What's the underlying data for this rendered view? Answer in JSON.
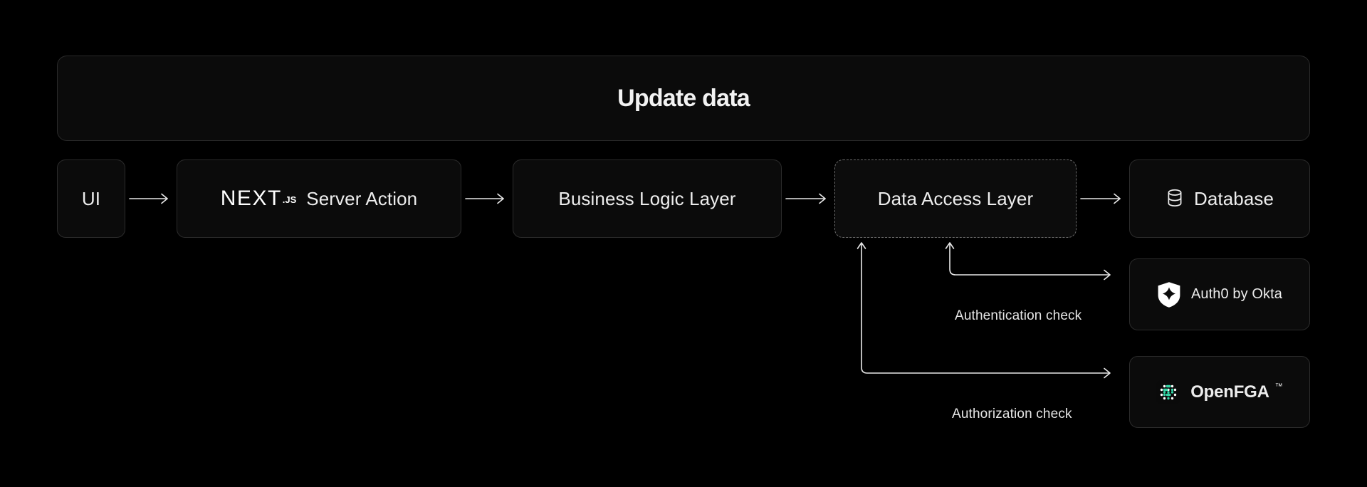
{
  "diagram": {
    "title": "Update data",
    "background_color": "#000000",
    "accent_color": "#33d6a6",
    "pipeline": [
      {
        "id": "ui",
        "label": "UI",
        "icon": null,
        "border": "solid"
      },
      {
        "id": "next",
        "label": "Server Action",
        "icon": "nextjs-logo",
        "border": "solid",
        "logo_word": "NEXT",
        "logo_suffix": ".JS"
      },
      {
        "id": "bll",
        "label": "Business Logic Layer",
        "icon": null,
        "border": "solid"
      },
      {
        "id": "dal",
        "label": "Data Access Layer",
        "icon": null,
        "border": "dashed"
      },
      {
        "id": "db",
        "label": "Database",
        "icon": "database-icon",
        "border": "solid"
      }
    ],
    "services": [
      {
        "id": "auth0",
        "label": "Auth0 by Okta",
        "icon": "auth0-shield-icon",
        "border": "solid"
      },
      {
        "id": "openfga",
        "label": "OpenFGA",
        "trademark": "™",
        "icon": "openfga-dots-icon",
        "border": "solid"
      }
    ],
    "connectors": [
      {
        "id": "ui-next",
        "type": "arrow-right",
        "from": "ui",
        "to": "next",
        "label": ""
      },
      {
        "id": "next-bll",
        "type": "arrow-right",
        "from": "next",
        "to": "bll",
        "label": ""
      },
      {
        "id": "bll-dal",
        "type": "arrow-right",
        "from": "bll",
        "to": "dal",
        "label": ""
      },
      {
        "id": "dal-db",
        "type": "arrow-right",
        "from": "dal",
        "to": "db",
        "label": ""
      },
      {
        "id": "authn",
        "type": "elbow",
        "from": "dal",
        "to": "auth0",
        "label": "Authentication check"
      },
      {
        "id": "authz",
        "type": "elbow",
        "from": "dal",
        "to": "openfga",
        "label": "Authorization check"
      }
    ]
  }
}
